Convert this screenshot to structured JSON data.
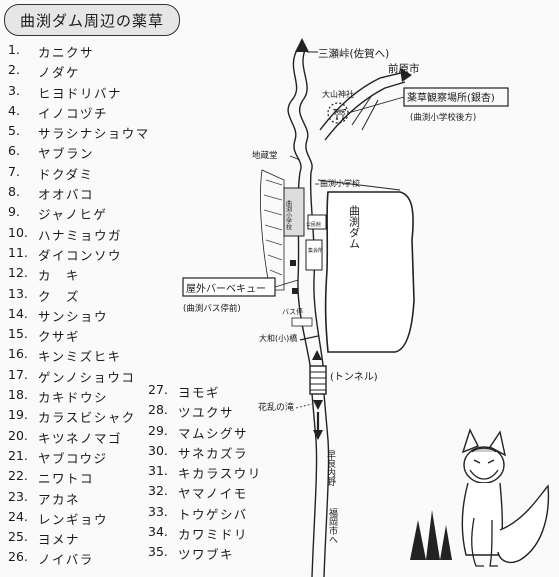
{
  "title": "曲渕ダム周辺の薬草",
  "plants": [
    {
      "num": "1.",
      "name": "カニクサ"
    },
    {
      "num": "2.",
      "name": "ノダケ"
    },
    {
      "num": "3.",
      "name": "ヒヨドリバナ"
    },
    {
      "num": "4.",
      "name": "イノコヅチ"
    },
    {
      "num": "5.",
      "name": "サラシナショウマ"
    },
    {
      "num": "6.",
      "name": "ヤブラン"
    },
    {
      "num": "7.",
      "name": "ドクダミ"
    },
    {
      "num": "8.",
      "name": "オオバコ"
    },
    {
      "num": "9.",
      "name": "ジャノヒゲ"
    },
    {
      "num": "10.",
      "name": "ハナミョウガ"
    },
    {
      "num": "11.",
      "name": "ダイコンソウ"
    },
    {
      "num": "12.",
      "name": "カ　キ"
    },
    {
      "num": "13.",
      "name": "ク　ズ"
    },
    {
      "num": "14.",
      "name": "サンショウ"
    },
    {
      "num": "15.",
      "name": "クサギ"
    },
    {
      "num": "16.",
      "name": "キンミズヒキ"
    },
    {
      "num": "17.",
      "name": "ゲンノショウコ"
    },
    {
      "num": "18.",
      "name": "カキドウシ"
    },
    {
      "num": "19.",
      "name": "カラスビシャク"
    },
    {
      "num": "20.",
      "name": "キツネノマゴ"
    },
    {
      "num": "21.",
      "name": "ヤブコウジ"
    },
    {
      "num": "22.",
      "name": "ニワトコ"
    },
    {
      "num": "23.",
      "name": "アカネ"
    },
    {
      "num": "24.",
      "name": "レンギョウ"
    },
    {
      "num": "25.",
      "name": "ヨメナ"
    },
    {
      "num": "26.",
      "name": "ノイバラ"
    }
  ],
  "plants2": [
    {
      "num": "27.",
      "name": "ヨモギ"
    },
    {
      "num": "28.",
      "name": "ツユクサ"
    },
    {
      "num": "29.",
      "name": "マムシグサ"
    },
    {
      "num": "30.",
      "name": "サネカズラ"
    },
    {
      "num": "31.",
      "name": "キカラスウリ"
    },
    {
      "num": "32.",
      "name": "ヤマノイモ"
    },
    {
      "num": "33.",
      "name": "トウゲシバ"
    },
    {
      "num": "34.",
      "name": "カワミドリ"
    },
    {
      "num": "35.",
      "name": "ツワブキ"
    }
  ],
  "map": {
    "to_sansegoe": "三瀬峠(佐賀へ)",
    "to_maebaru": "前原市",
    "shrine": "大山神社",
    "yakusou_garden": "薬草観察場所(銀杏)",
    "yakusou_garden_sub": "(曲渕小学校後方)",
    "jizo": "地蔵堂",
    "school": "曲渕小学校",
    "dam": "曲渕ダム",
    "kominkan": "公民館",
    "shuhen": "集会所",
    "bbq": "屋外バーベキュー",
    "bbq_sub": "(曲渕バス停前)",
    "bus": "バス停",
    "ohashi": "大和(小)橋",
    "tunnel": "(トンネル)",
    "waterfall": "花乱の滝",
    "hirao": "早良内野",
    "to_city": "福岡市へ"
  }
}
